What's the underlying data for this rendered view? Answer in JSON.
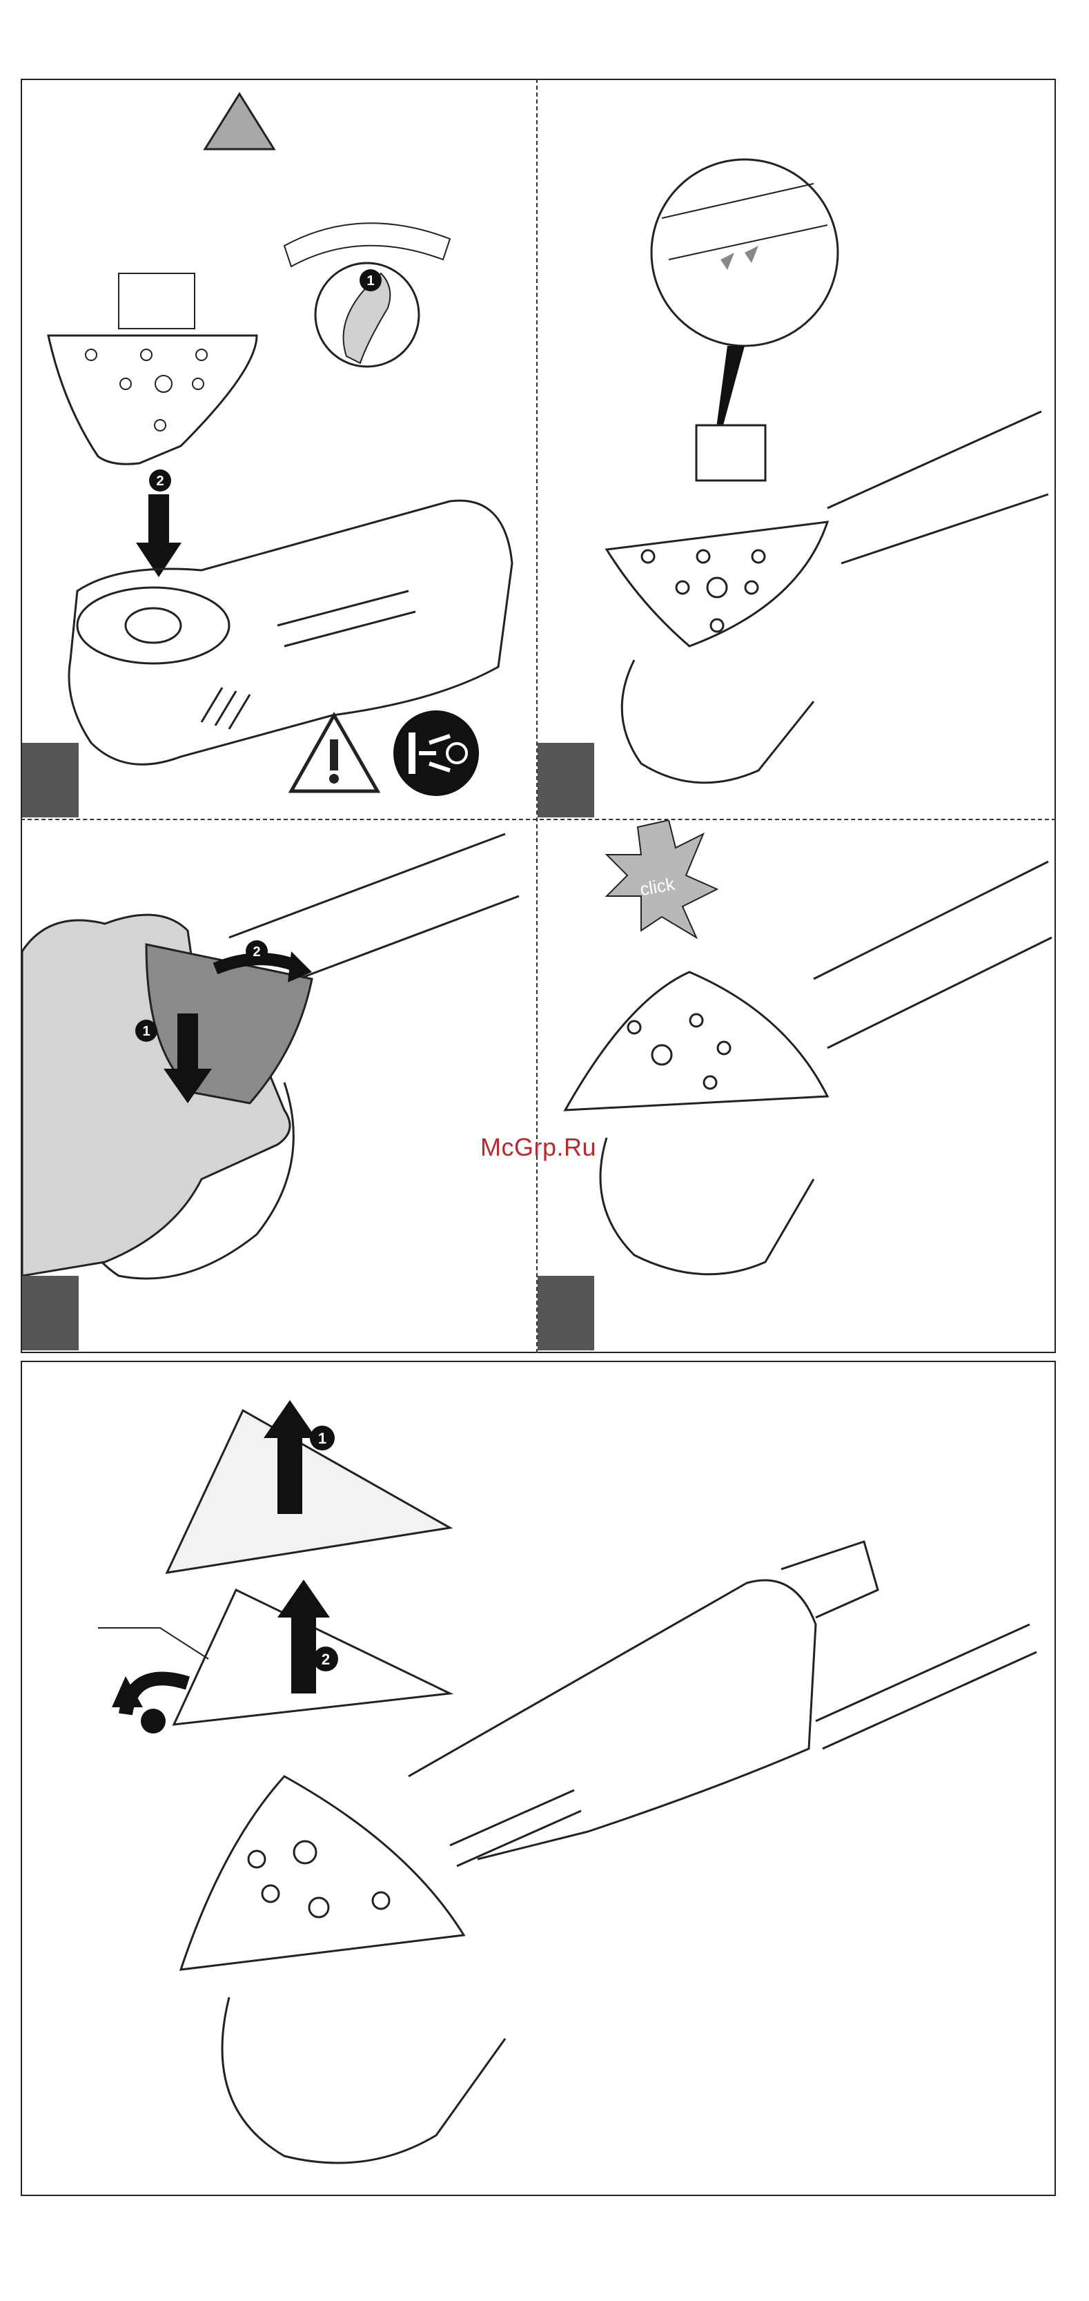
{
  "watermark": {
    "text": "McGrp.Ru"
  },
  "callouts": {
    "one": "1",
    "two": "2",
    "click": "click"
  },
  "colors": {
    "outline": "#222222",
    "tab": "#555555",
    "warning_gray": "#a8a8a8",
    "hand": "#d4d4d4",
    "pad_gray": "#8a8a8a",
    "starburst": "#b8b8b8",
    "watermark": "#c0262b"
  },
  "icons": {
    "panel1": [
      "warning-triangle-icon",
      "speed-dial-icon",
      "caution-icon",
      "unplug-icon",
      "down-arrow-icon"
    ],
    "panel2": [
      "magnifier-callout-icon"
    ],
    "panel3": [
      "hand-icon",
      "down-arrow-icon",
      "curved-arrow-icon"
    ],
    "panel4": [
      "click-starburst-icon"
    ],
    "panel5": [
      "up-arrow-icon",
      "peel-arrow-icon",
      "leader-line-icon"
    ]
  }
}
